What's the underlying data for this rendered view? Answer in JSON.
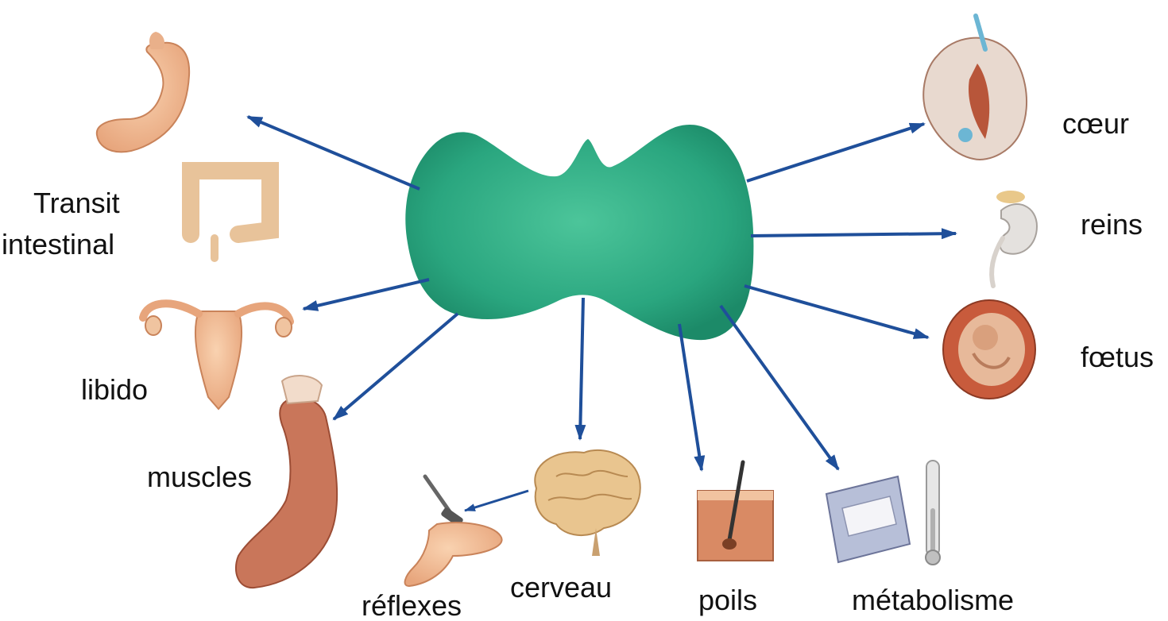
{
  "diagram": {
    "center": {
      "name": "thyroid-gland",
      "color": "#2aa67f"
    },
    "arrow_color": "#1f4f9a",
    "labels": {
      "transit_line1": "Transit",
      "transit_line2": "intestinal",
      "libido": "libido",
      "muscles": "muscles",
      "reflexes": "réflexes",
      "brain": "cerveau",
      "hair": "poils",
      "metabolism": "métabolisme",
      "heart": "cœur",
      "kidneys": "reins",
      "fetus": "fœtus"
    }
  }
}
